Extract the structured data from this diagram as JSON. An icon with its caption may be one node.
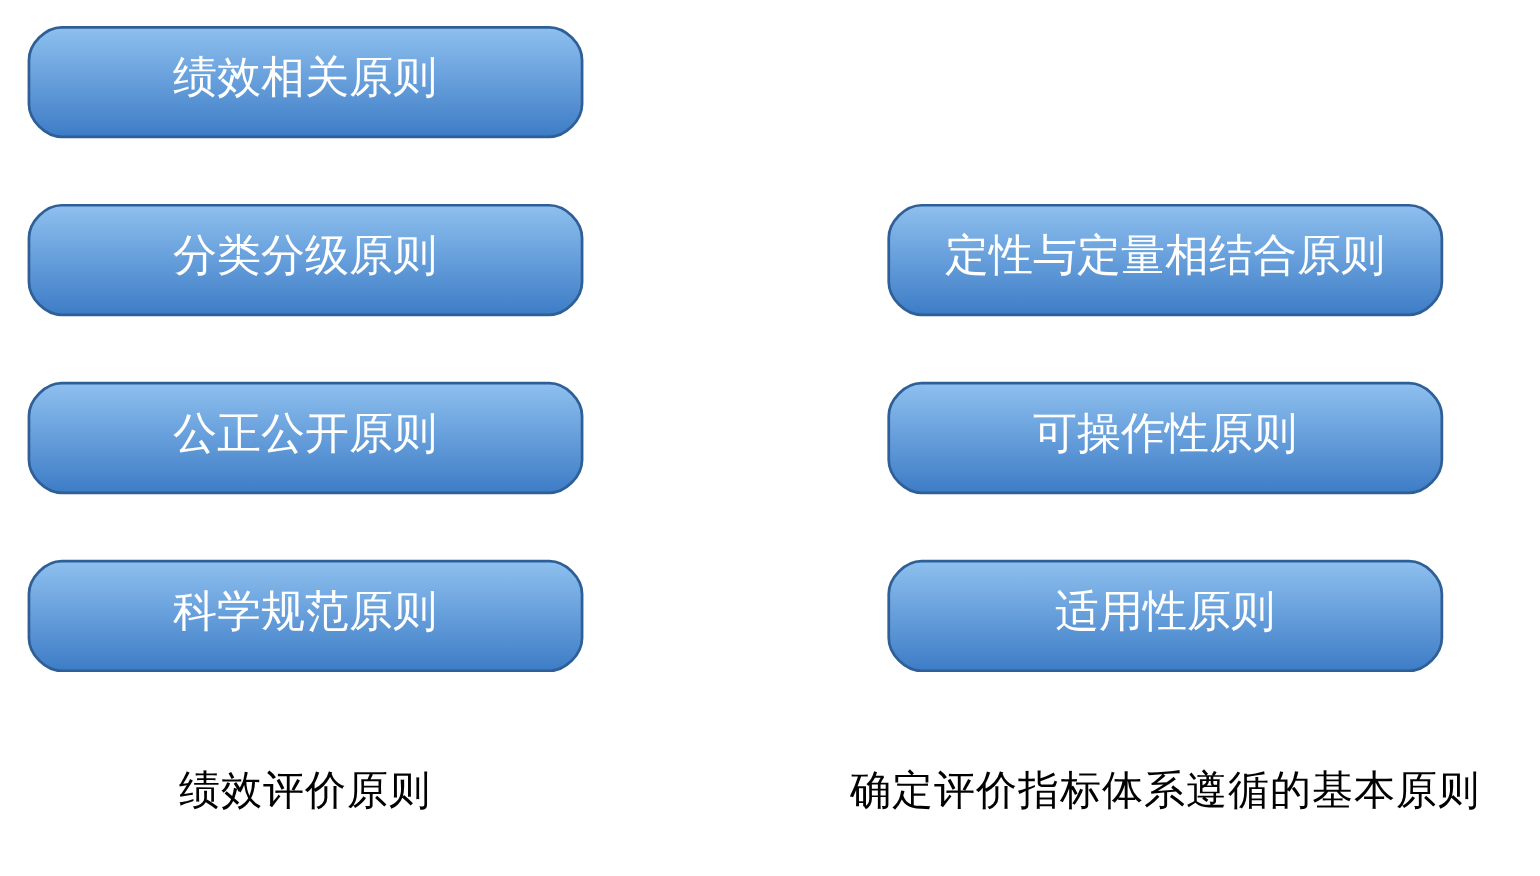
{
  "diagram": {
    "nodes": [
      {
        "text": [
          "科学规范原则"
        ]
      },
      {
        "text": [
          "公正公开原则"
        ]
      },
      {
        "text": [
          "分类分级原则"
        ]
      },
      {
        "text": [
          "绩效相关原则"
        ]
      },
      {
        "text": [
          "适用性原则"
        ]
      },
      {
        "text": [
          "可操作性原则"
        ]
      },
      {
        "text": [
          "定性与定量相结合原则"
        ]
      }
    ],
    "edges": [],
    "labels": [
      "绩效评价原则",
      "确定评价指标体系遵循的基本原则"
    ]
  }
}
